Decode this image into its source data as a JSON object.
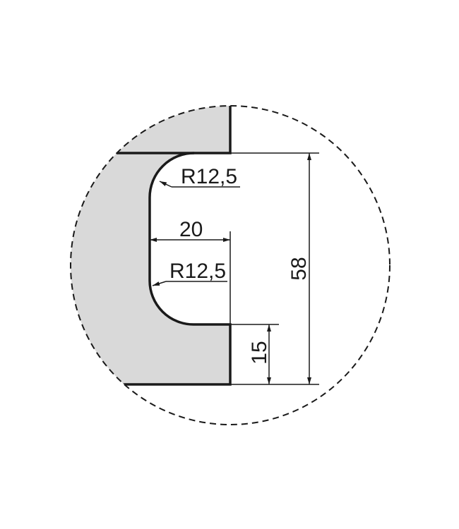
{
  "drawing": {
    "colors": {
      "fill": "#d9d9d9",
      "outline": "#1a1a1a",
      "background": "#ffffff"
    },
    "dimensions": {
      "top_radius": "R12,5",
      "width": "20",
      "bottom_radius": "R12,5",
      "total_height": "58",
      "step_height": "15"
    }
  }
}
